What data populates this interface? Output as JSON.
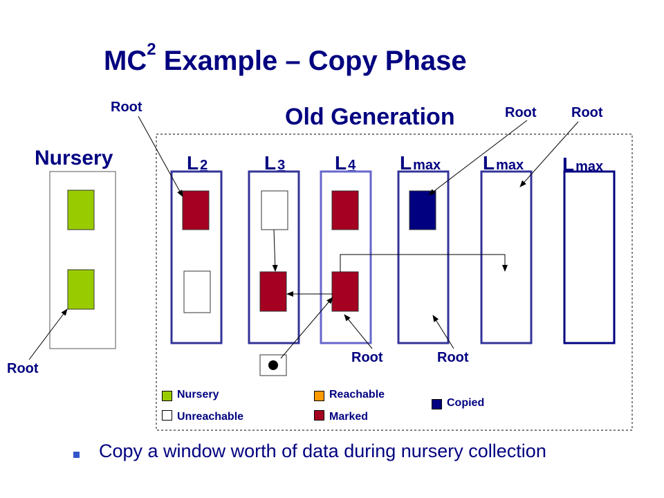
{
  "title": {
    "main": "MC",
    "sup": "2",
    "rest": " Example – Copy Phase"
  },
  "old_generation_label": "Old Generation",
  "nursery_label": "Nursery",
  "levels": [
    {
      "base": "L",
      "sub": "2"
    },
    {
      "base": "L",
      "sub": "3"
    },
    {
      "base": "L",
      "sub": "4"
    },
    {
      "base": "L",
      "sub": "max"
    },
    {
      "base": "L",
      "sub": "max"
    },
    {
      "base": "L",
      "sub": "max"
    }
  ],
  "root_label": "Root",
  "legend": {
    "nursery": "Nursery",
    "unreachable": "Unreachable",
    "reachable": "Reachable",
    "marked": "Marked",
    "copied": "Copied"
  },
  "colors": {
    "nursery": "#99cc00",
    "unreachable": "#ffffff",
    "reachable": "#ff9900",
    "marked": "#a50021",
    "copied": "#000080",
    "frame": "#333399"
  },
  "bullet": "Copy a window worth of data during nursery collection"
}
